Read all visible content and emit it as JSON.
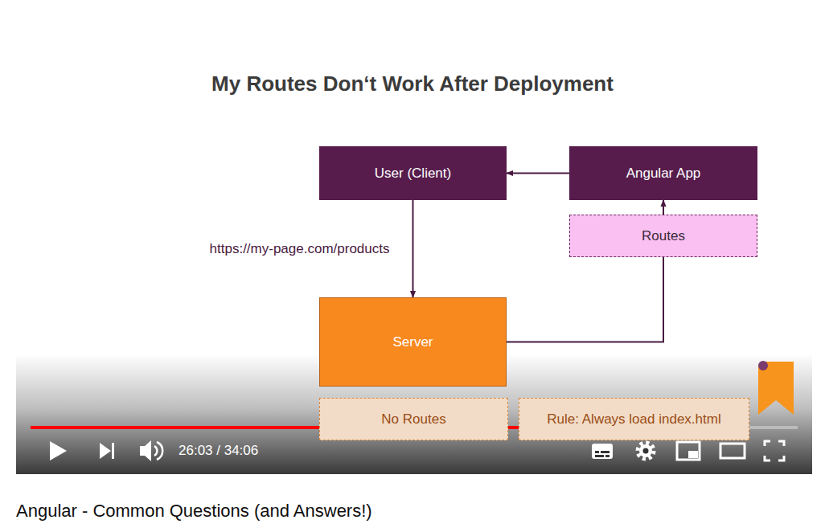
{
  "diagram": {
    "title": "My Routes Don‘t Work After Deployment",
    "caption": "Angular - Common Questions (and Answers!)",
    "nodes": [
      {
        "text": [
          "User (Client)"
        ]
      },
      {
        "text": [
          "Angular App"
        ]
      },
      {
        "text": [
          "Routes"
        ]
      },
      {
        "text": [
          "Server"
        ]
      },
      {
        "text": [
          "No Routes"
        ]
      },
      {
        "text": [
          "Rule: Always load index.html"
        ]
      }
    ],
    "edges": [
      {
        "from": 1,
        "to": 0,
        "arrow": "to"
      },
      {
        "from": 0,
        "to": 3,
        "arrow": "to",
        "label": "https://my-page.com/products"
      },
      {
        "from": 3,
        "to": 2,
        "arrow": "none"
      },
      {
        "from": 2,
        "to": 1,
        "arrow": "to"
      }
    ],
    "labels": [
      "26:03 / 34:06"
    ]
  }
}
